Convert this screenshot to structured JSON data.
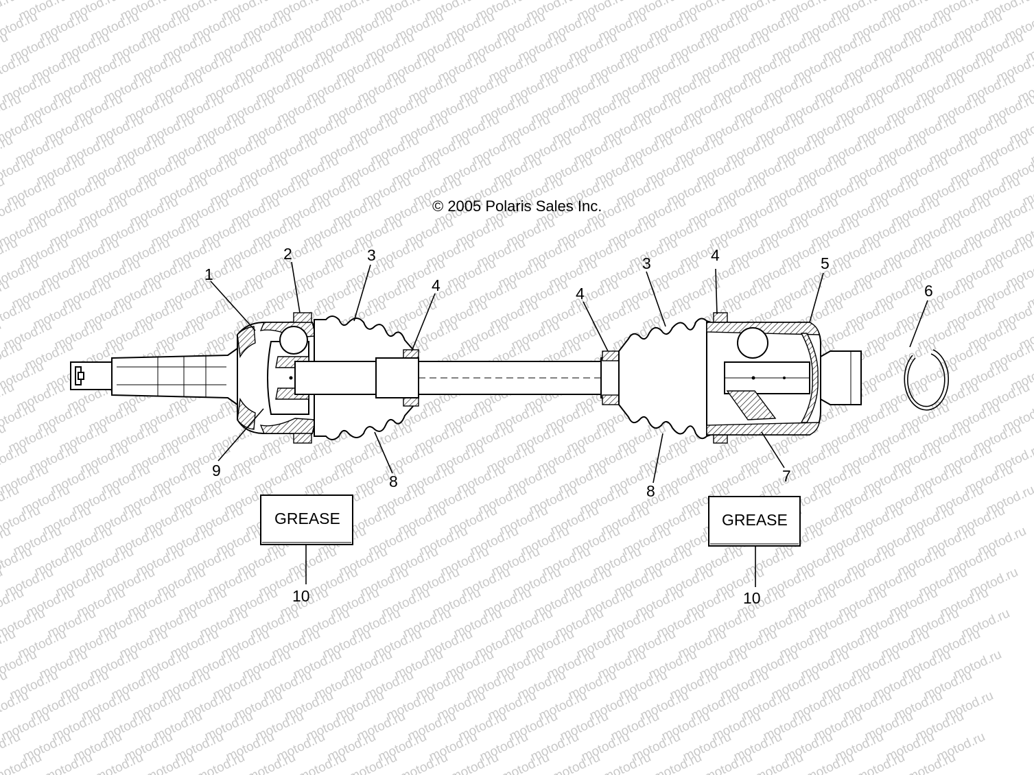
{
  "copyright": "© 2005 Polaris Sales Inc.",
  "watermark": "motod.ru",
  "callouts": {
    "c1": "1",
    "c2": "2",
    "c3a": "3",
    "c3b": "3",
    "c4a": "4",
    "c4b": "4",
    "c4c": "4",
    "c5": "5",
    "c6": "6",
    "c7": "7",
    "c8a": "8",
    "c8b": "8",
    "c9": "9",
    "c10a": "10",
    "c10b": "10"
  },
  "grease_labels": {
    "left": "GREASE",
    "right": "GREASE"
  }
}
